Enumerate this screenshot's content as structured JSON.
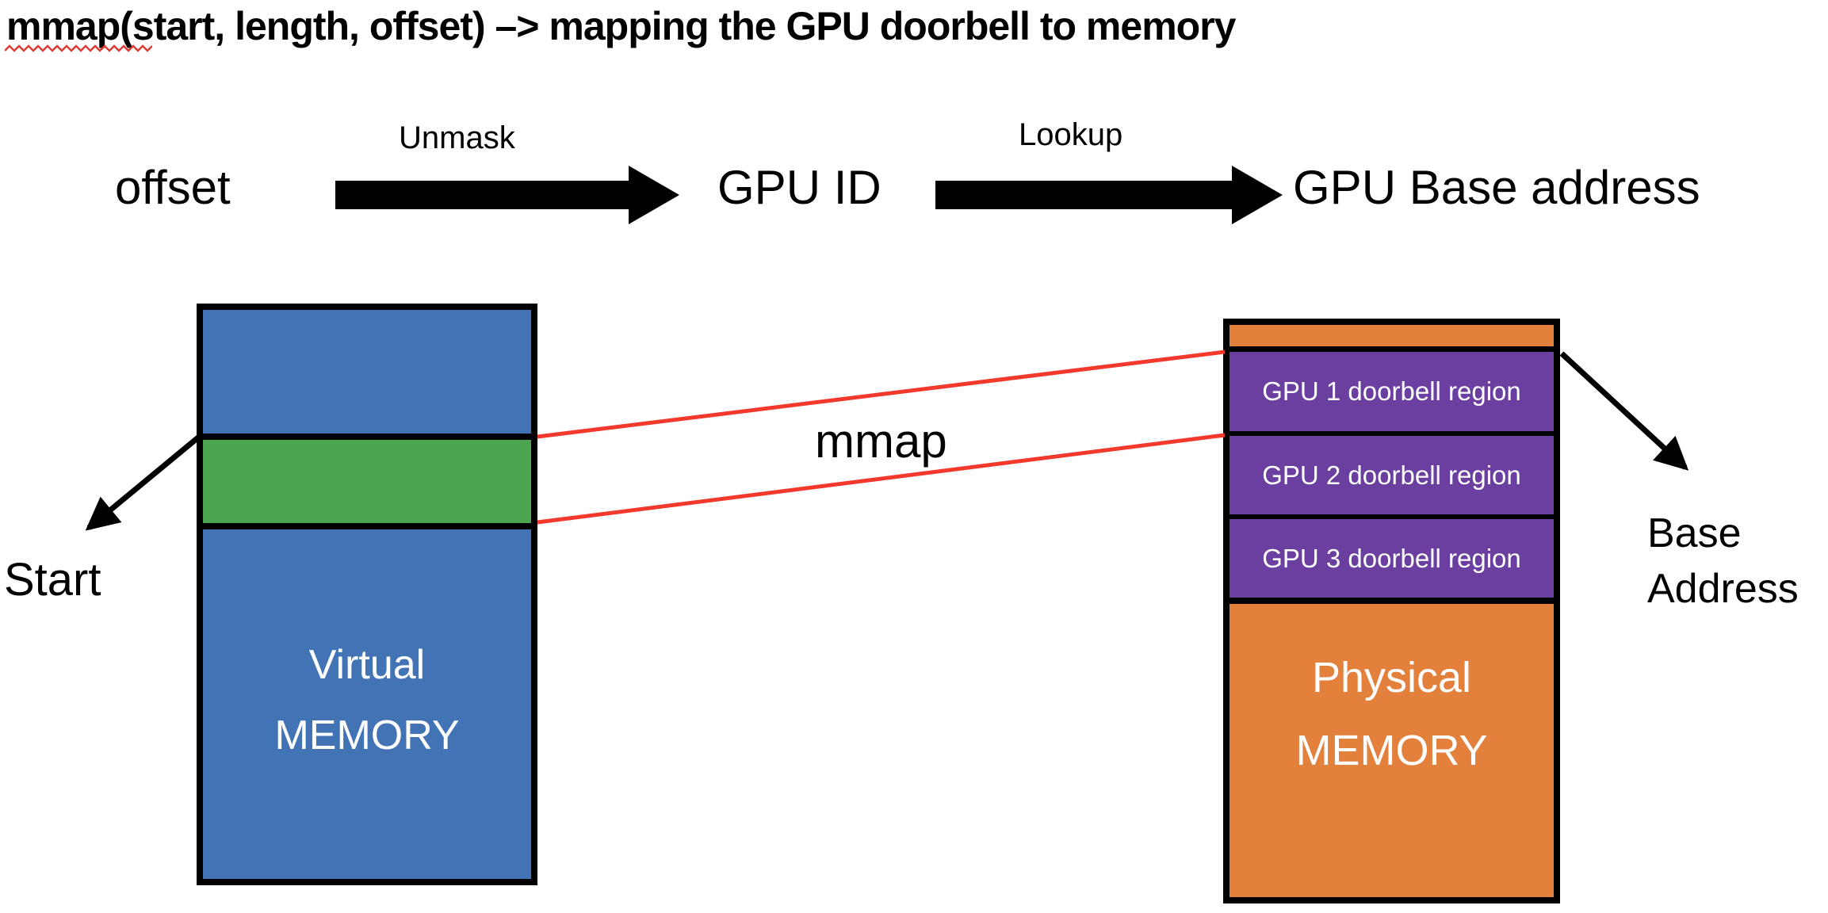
{
  "title": "mmap(start, length, offset) –> mapping the GPU doorbell to memory",
  "flow": {
    "offset_label": "offset",
    "unmask_label": "Unmask",
    "gpu_id_label": "GPU ID",
    "lookup_label": "Lookup",
    "gpu_base_label": "GPU Base address"
  },
  "virtual_memory": {
    "label": "Virtual\nMEMORY",
    "start_label": "Start"
  },
  "physical_memory": {
    "label": "Physical\nMEMORY",
    "regions": [
      {
        "label": "GPU 1 doorbell region"
      },
      {
        "label": "GPU 2 doorbell region"
      },
      {
        "label": "GPU 3 doorbell region"
      }
    ],
    "base_address_label": "Base\nAddress"
  },
  "mapping": {
    "mmap_label": "mmap"
  },
  "colors": {
    "virtual_fill": "#4274B5",
    "mapped_segment_fill": "#4BA64F",
    "physical_fill": "#E2803C",
    "doorbell_fill": "#6B3FA0",
    "map_line": "#F2392C",
    "spellcheck_underline": "#E03C31",
    "outline": "#000000"
  }
}
